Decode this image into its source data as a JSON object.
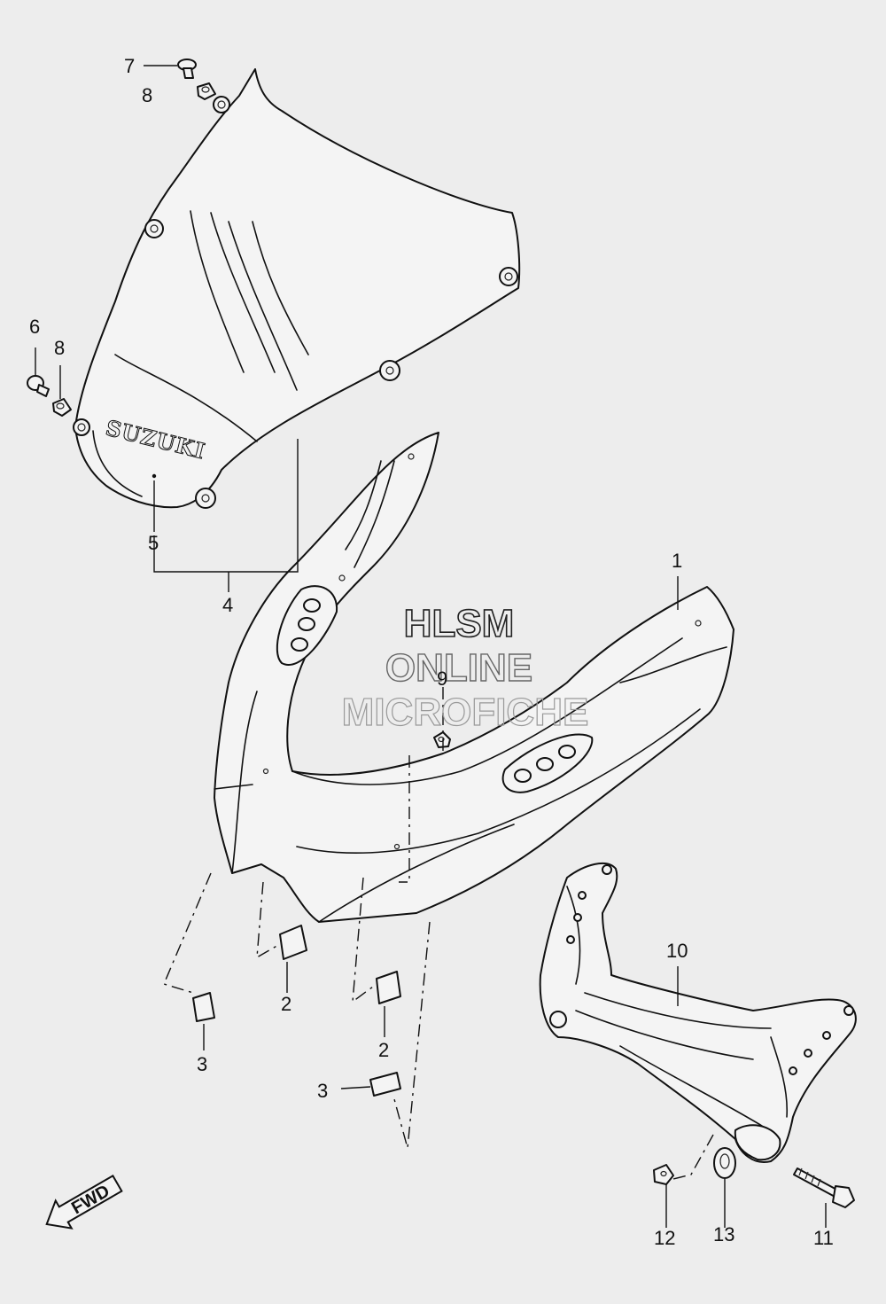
{
  "diagram": {
    "brand_mark": "SUZUKI",
    "direction_badge": "FWD",
    "watermark": [
      "HLSM",
      "ONLINE",
      "MICROFICHE"
    ],
    "callouts": [
      {
        "id": "c1",
        "label": "1"
      },
      {
        "id": "c2a",
        "label": "2"
      },
      {
        "id": "c2b",
        "label": "2"
      },
      {
        "id": "c3a",
        "label": "3"
      },
      {
        "id": "c3b",
        "label": "3"
      },
      {
        "id": "c4",
        "label": "4"
      },
      {
        "id": "c5",
        "label": "5"
      },
      {
        "id": "c6",
        "label": "6"
      },
      {
        "id": "c7",
        "label": "7"
      },
      {
        "id": "c8a",
        "label": "8"
      },
      {
        "id": "c8b",
        "label": "8"
      },
      {
        "id": "c9",
        "label": "9"
      },
      {
        "id": "c10",
        "label": "10"
      },
      {
        "id": "c11",
        "label": "11"
      },
      {
        "id": "c12",
        "label": "12"
      },
      {
        "id": "c13",
        "label": "13"
      }
    ]
  }
}
